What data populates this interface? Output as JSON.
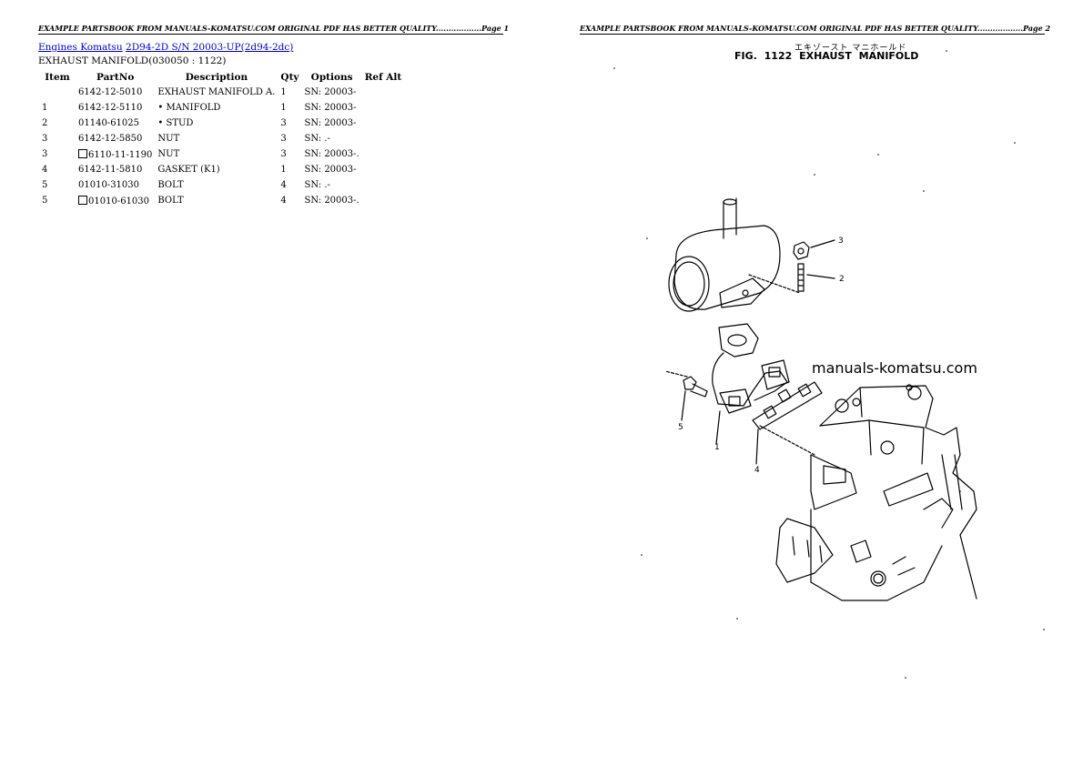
{
  "pages": [
    {
      "header": "EXAMPLE PARTSBOOK FROM MANUALS-KOMATSU.COM ORIGINAL PDF HAS BETTER QUALITY..................Page 1"
    },
    {
      "header": "EXAMPLE PARTSBOOK FROM MANUALS-KOMATSU.COM ORIGINAL PDF HAS BETTER QUALITY..................Page 2"
    }
  ],
  "breadcrumb": {
    "link1": "Engines Komatsu",
    "link2": "2D94-2D S/N 20003-UP(2d94-2dc)"
  },
  "subtitle": "EXHAUST MANIFOLD(030050 : 1122)",
  "table": {
    "headers": [
      "Item",
      "PartNo",
      "Description",
      "Qty",
      "Options",
      "Ref Alt"
    ],
    "rows": [
      {
        "item": "",
        "boxed": false,
        "partno": "6142-12-5010",
        "desc": "EXHAUST MANIFOLD A.",
        "qty": "1",
        "options": "SN: 20003-"
      },
      {
        "item": "1",
        "boxed": false,
        "partno": "6142-12-5110",
        "desc": "• MANIFOLD",
        "qty": "1",
        "options": "SN: 20003-"
      },
      {
        "item": "2",
        "boxed": false,
        "partno": "01140-61025",
        "desc": "• STUD",
        "qty": "3",
        "options": "SN: 20003-"
      },
      {
        "item": "3",
        "boxed": false,
        "partno": "6142-12-5850",
        "desc": "NUT",
        "qty": "3",
        "options": "SN: .-"
      },
      {
        "item": "3",
        "boxed": true,
        "partno": "6110-11-1190",
        "desc": "NUT",
        "qty": "3",
        "options": "SN: 20003-."
      },
      {
        "item": "4",
        "boxed": false,
        "partno": "6142-11-5810",
        "desc": "GASKET (K1)",
        "qty": "1",
        "options": "SN: 20003-"
      },
      {
        "item": "5",
        "boxed": false,
        "partno": "01010-31030",
        "desc": "BOLT",
        "qty": "4",
        "options": "SN: .-"
      },
      {
        "item": "5",
        "boxed": true,
        "partno": "01010-61030",
        "desc": "BOLT",
        "qty": "4",
        "options": "SN: 20003-."
      }
    ]
  },
  "figure": {
    "jp_title": "エキゾースト マニホールド",
    "title": "FIG. 1122   EXHAUST MANIFOLD",
    "watermark": "manuals-komatsu.com",
    "callouts": [
      "3",
      "2",
      "5",
      "1",
      "4"
    ]
  }
}
